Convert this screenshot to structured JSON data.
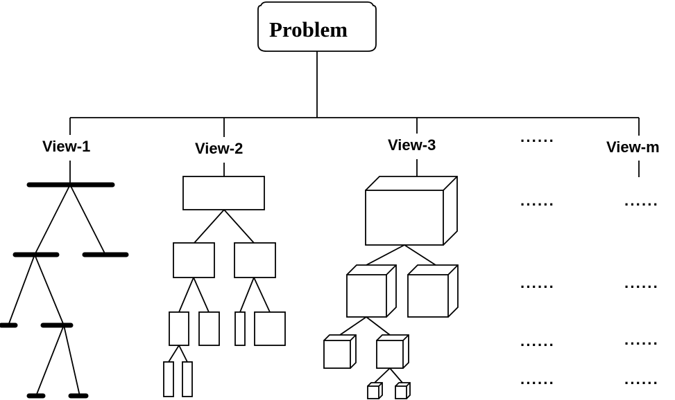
{
  "root": {
    "label": "Problem"
  },
  "views": [
    {
      "id": "view-1",
      "label": "View-1"
    },
    {
      "id": "view-2",
      "label": "View-2"
    },
    {
      "id": "view-3",
      "label": "View-3"
    },
    {
      "id": "view-ellipsis",
      "label": "······"
    },
    {
      "id": "view-m",
      "label": "View-m"
    }
  ],
  "ellipsis": "······"
}
